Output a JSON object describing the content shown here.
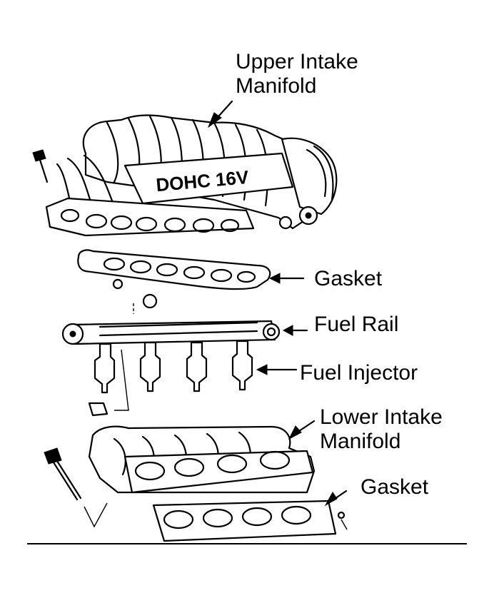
{
  "labels": {
    "upper_intake_manifold": [
      "Upper Intake",
      "Manifold"
    ],
    "gasket_upper": "Gasket",
    "fuel_rail": "Fuel Rail",
    "fuel_injector": "Fuel Injector",
    "lower_intake_manifold": [
      "Lower Intake",
      "Manifold"
    ],
    "gasket_lower": "Gasket"
  },
  "engine_marking": "DOHC 16V",
  "colors": {
    "ink": "#000000",
    "paper": "#ffffff"
  }
}
